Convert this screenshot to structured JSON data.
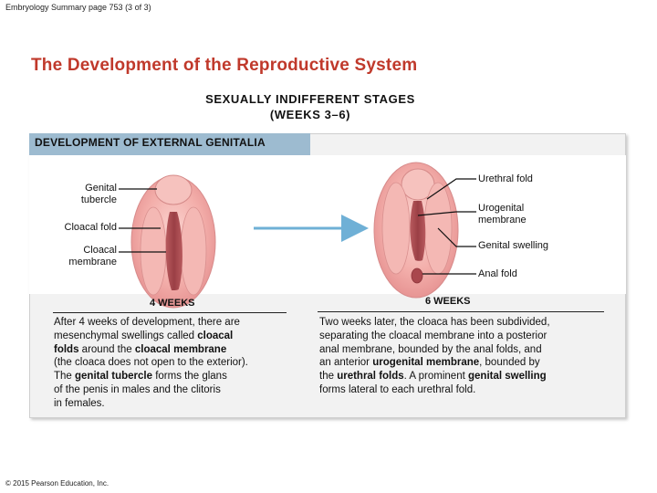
{
  "page": {
    "header": "Embryology Summary page 753 (3 of 3)",
    "title": "The Development of the Reproductive System",
    "stage_line1": "SEXUALLY INDIFFERENT STAGES",
    "stage_line2": "(WEEKS 3–6)",
    "panel_label": "DEVELOPMENT OF EXTERNAL GENITALIA",
    "copyright": "© 2015 Pearson Education, Inc."
  },
  "left_figure": {
    "labels": {
      "genital_tubercle_1": "Genital",
      "genital_tubercle_2": "tubercle",
      "cloacal_fold": "Cloacal fold",
      "cloacal_membrane_1": "Cloacal",
      "cloacal_membrane_2": "membrane"
    },
    "week": "4 WEEKS",
    "text": {
      "p1": "After 4 weeks of development, there are",
      "p2": "mesenchymal swellings called",
      "b1": "cloacal",
      "b2": "folds",
      "p3": " around the ",
      "b3": "cloacal membrane",
      "p4": "(the cloaca does not open to the exterior).",
      "p5": "The ",
      "b4": "genital tubercle",
      "p6": " forms the glans",
      "p7": "of the penis in males and the clitoris",
      "p8": "in females."
    }
  },
  "right_figure": {
    "labels": {
      "urethral_fold": "Urethral fold",
      "urogenital_membrane_1": "Urogenital",
      "urogenital_membrane_2": "membrane",
      "genital_swelling": "Genital swelling",
      "anal_fold": "Anal fold"
    },
    "week": "6 WEEKS",
    "text": {
      "p1": "Two weeks later, the cloaca has been subdivided,",
      "p2": "separating the cloacal membrane into a posterior",
      "p3": "anal membrane, bounded by the anal folds, and",
      "p4": "an anterior ",
      "b1": "urogenital membrane",
      "p5": ", bounded by",
      "p6": "the ",
      "b2": "urethral folds",
      "p7": ". A prominent ",
      "b3": "genital swelling",
      "p8": "forms lateral to each urethral fold."
    }
  },
  "colors": {
    "title": "#c0392b",
    "label_bar": "#9dbbd0",
    "tissue": "#f0a8a8",
    "tissue_dark": "#c96b6e",
    "arrow": "#6fb0d6"
  }
}
